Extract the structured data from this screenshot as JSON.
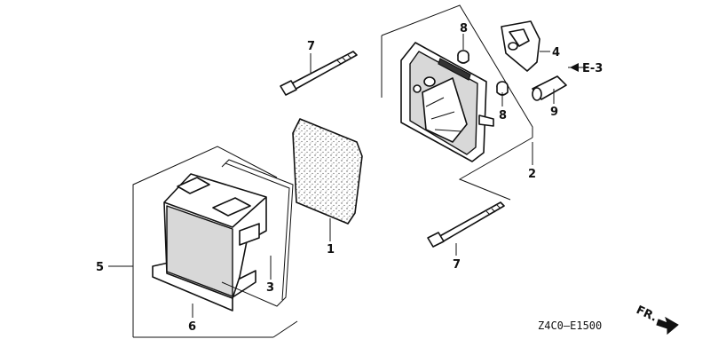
{
  "callouts": {
    "c1": "1",
    "c2": "2",
    "c3": "3",
    "c4": "4",
    "c5": "5",
    "c6": "6",
    "c7_top": "7",
    "c7_bottom": "7",
    "c8_top": "8",
    "c8_mid": "8",
    "c9": "9"
  },
  "reference": "E-3",
  "direction_label": "FR.",
  "diagram_code": "Z4C0—E1500"
}
